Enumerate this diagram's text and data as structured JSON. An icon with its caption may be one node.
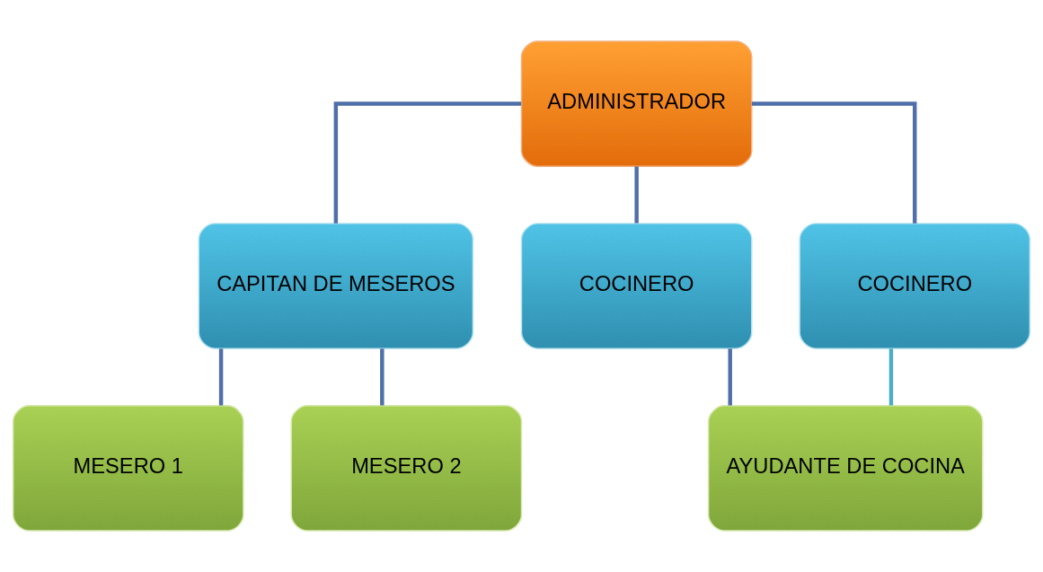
{
  "diagram": {
    "nodes": [
      {
        "text": [
          "ADMINISTRADOR"
        ]
      },
      {
        "text": [
          "CAPITAN DE MESEROS"
        ]
      },
      {
        "text": [
          "COCINERO"
        ]
      },
      {
        "text": [
          "COCINERO"
        ]
      },
      {
        "text": [
          "MESERO 1"
        ]
      },
      {
        "text": [
          "MESERO 2"
        ]
      },
      {
        "text": [
          "AYUDANTE DE COCINA"
        ]
      }
    ],
    "edges": [
      {
        "from": 0,
        "to": 1,
        "arrow": "none"
      },
      {
        "from": 0,
        "to": 2,
        "arrow": "none"
      },
      {
        "from": 0,
        "to": 3,
        "arrow": "none"
      },
      {
        "from": 1,
        "to": 4,
        "arrow": "none"
      },
      {
        "from": 1,
        "to": 5,
        "arrow": "none"
      },
      {
        "from": 2,
        "to": 6,
        "arrow": "none"
      },
      {
        "from": 3,
        "to": 6,
        "arrow": "none",
        "color": "#4bacc6"
      }
    ]
  }
}
